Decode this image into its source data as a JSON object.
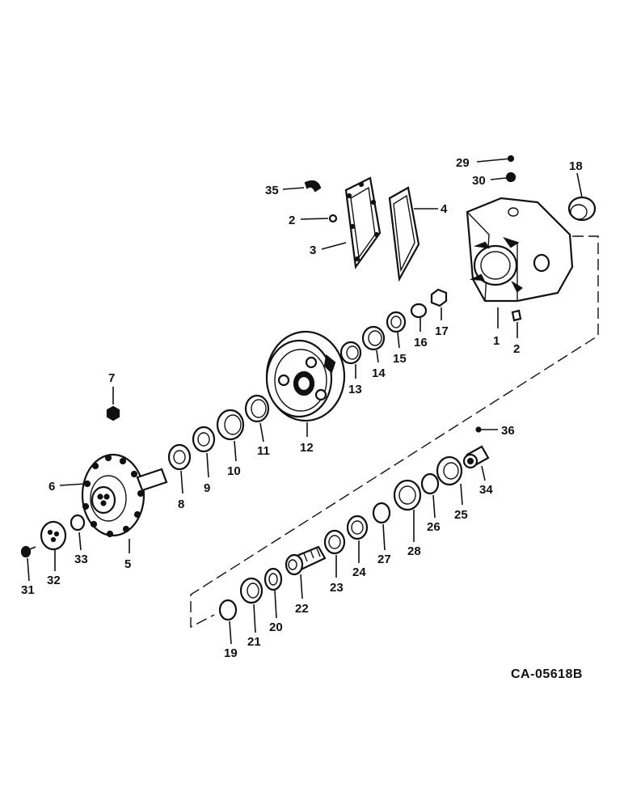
{
  "diagram": {
    "reference_code": "CA-05618B",
    "callouts": [
      "1",
      "2",
      "3",
      "4",
      "5",
      "6",
      "7",
      "8",
      "9",
      "10",
      "11",
      "12",
      "13",
      "14",
      "15",
      "16",
      "17",
      "18",
      "19",
      "20",
      "21",
      "22",
      "23",
      "24",
      "25",
      "26",
      "27",
      "28",
      "29",
      "30",
      "31",
      "32",
      "33",
      "34",
      "35",
      "36"
    ],
    "second_callout_2": "2"
  }
}
